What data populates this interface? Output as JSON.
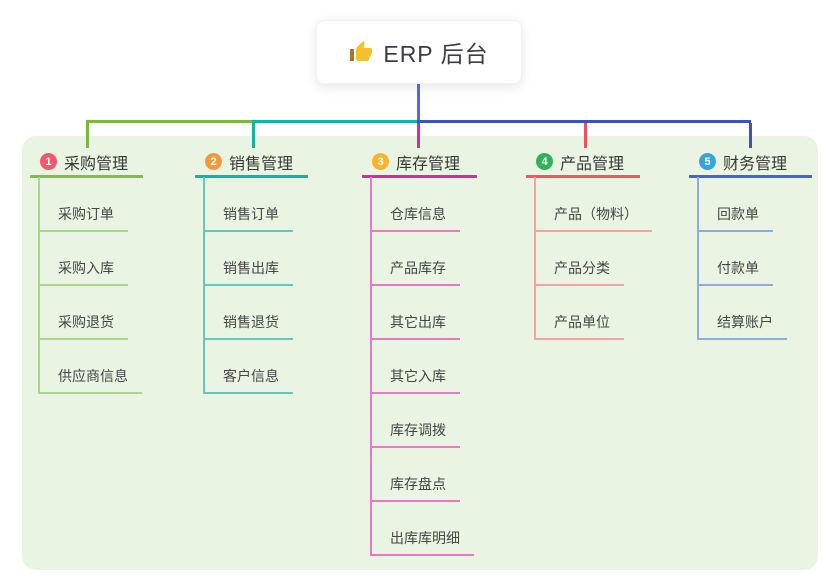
{
  "root": {
    "label": "ERP 后台",
    "icon": "thumbs-up-icon"
  },
  "colors": {
    "panel_bg": "#e9f5e2",
    "trunk": "#5668d2",
    "bus_green": "#7ab83f",
    "bus_teal": "#12b2a6",
    "bus_blue": "#3d51c4"
  },
  "branches": [
    {
      "num": "1",
      "label": "采购管理",
      "badge_color": "#f4576b",
      "line_color": "#7cbf4a",
      "child_line_color": "#a6d78c",
      "drop_color": "#7ab83f",
      "children": [
        "采购订单",
        "采购入库",
        "采购退货",
        "供应商信息"
      ]
    },
    {
      "num": "2",
      "label": "销售管理",
      "badge_color": "#f6993d",
      "line_color": "#0fb3a9",
      "child_line_color": "#63c8bf",
      "drop_color": "#12b2a6",
      "children": [
        "销售订单",
        "销售出库",
        "销售退货",
        "客户信息"
      ]
    },
    {
      "num": "3",
      "label": "库存管理",
      "badge_color": "#f7b42c",
      "line_color": "#ce2f9f",
      "child_line_color": "#ea79c5",
      "drop_color": "#ce2f9f",
      "children": [
        "仓库信息",
        "产品库存",
        "其它出库",
        "其它入库",
        "库存调拨",
        "库存盘点",
        "出库库明细"
      ]
    },
    {
      "num": "4",
      "label": "产品管理",
      "badge_color": "#2fb45a",
      "line_color": "#f4555f",
      "child_line_color": "#f8a1a6",
      "drop_color": "#ef4f5c",
      "children": [
        "产品（物料）",
        "产品分类",
        "产品单位"
      ]
    },
    {
      "num": "5",
      "label": "财务管理",
      "badge_color": "#33a6dd",
      "line_color": "#3e68cb",
      "child_line_color": "#92abdf",
      "drop_color": "#3d51c4",
      "children": [
        "回款单",
        "付款单",
        "结算账户"
      ]
    }
  ]
}
